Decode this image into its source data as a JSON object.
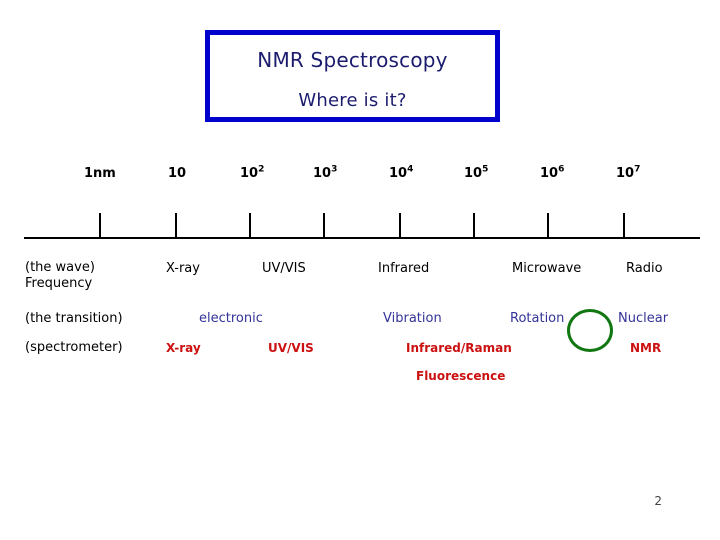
{
  "title": {
    "line1": "NMR Spectroscopy",
    "line2": "Where is it?",
    "border_color": "#0000cc",
    "text_color": "#1c1c6e"
  },
  "scale": {
    "labels": [
      {
        "base": "1nm",
        "exp": ""
      },
      {
        "base": "10",
        "exp": ""
      },
      {
        "base": "10",
        "exp": "2"
      },
      {
        "base": "10",
        "exp": "3"
      },
      {
        "base": "10",
        "exp": "4"
      },
      {
        "base": "10",
        "exp": "5"
      },
      {
        "base": "10",
        "exp": "6"
      },
      {
        "base": "10",
        "exp": "7"
      }
    ]
  },
  "rows": {
    "wave": {
      "label_line1": "(the wave)",
      "label_line2": "Frequency",
      "items": [
        "X-ray",
        "UV/VIS",
        "Infrared",
        "Microwave",
        "Radio"
      ],
      "color": "#000000"
    },
    "transition": {
      "label": "(the transition)",
      "items": [
        "electronic",
        "Vibration",
        "Rotation",
        "Nuclear"
      ],
      "color": "#333399"
    },
    "spectrometer": {
      "label": "(spectrometer)",
      "items": [
        "X-ray",
        "UV/VIS",
        "Infrared/Raman",
        "NMR"
      ],
      "extra_item": "Fluorescence",
      "color": "#cc1111"
    }
  },
  "highlight": {
    "target": "Rotation",
    "color": "#117711"
  },
  "page_number": "2"
}
